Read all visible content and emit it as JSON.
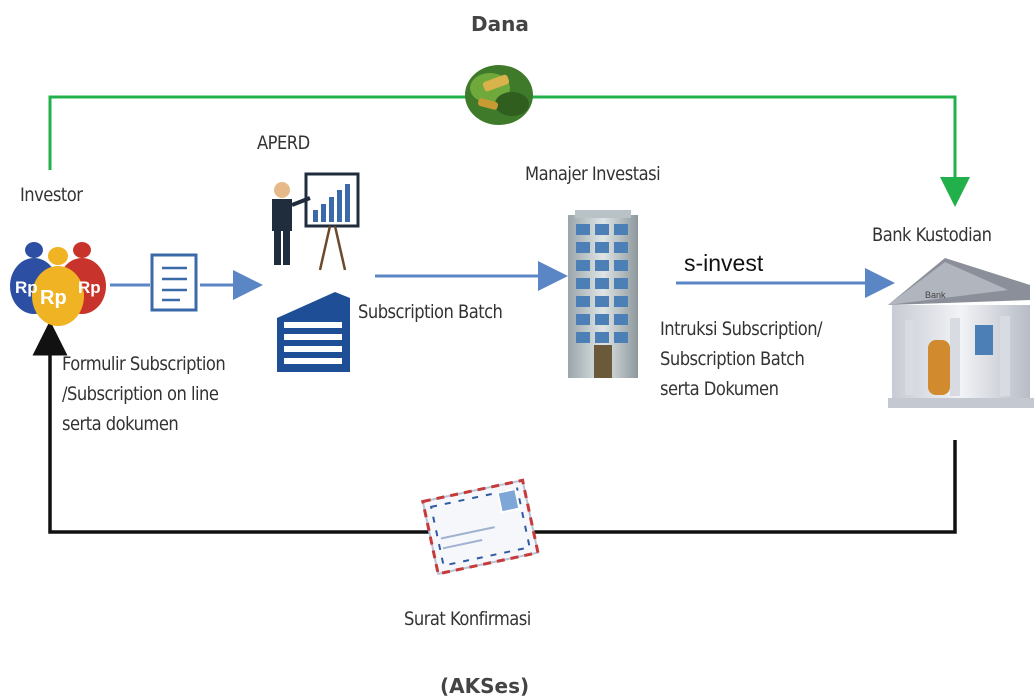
{
  "labels": {
    "dana": "Dana",
    "investor": "Investor",
    "aperd": "APERD",
    "manajer_investasi": "Manajer Investasi",
    "bank_kustodian": "Bank Kustodian",
    "s_invest": "s-invest",
    "subscription_batch": "Subscription Batch",
    "formulir": "Formulir Subscription\n/Subscription on line\nserta dokumen",
    "instruksi": "Intruksi Subscription/\nSubscription Batch\nserta Dokumen",
    "surat_konfirmasi": "Surat Konfirmasi",
    "akses": "(AKSes)",
    "money_bag_text": "Rp",
    "bank_sign": "Bank"
  },
  "colors": {
    "green_flow": "#22b04a",
    "blue_flow": "#5b86c5",
    "black_flow": "#111111"
  }
}
